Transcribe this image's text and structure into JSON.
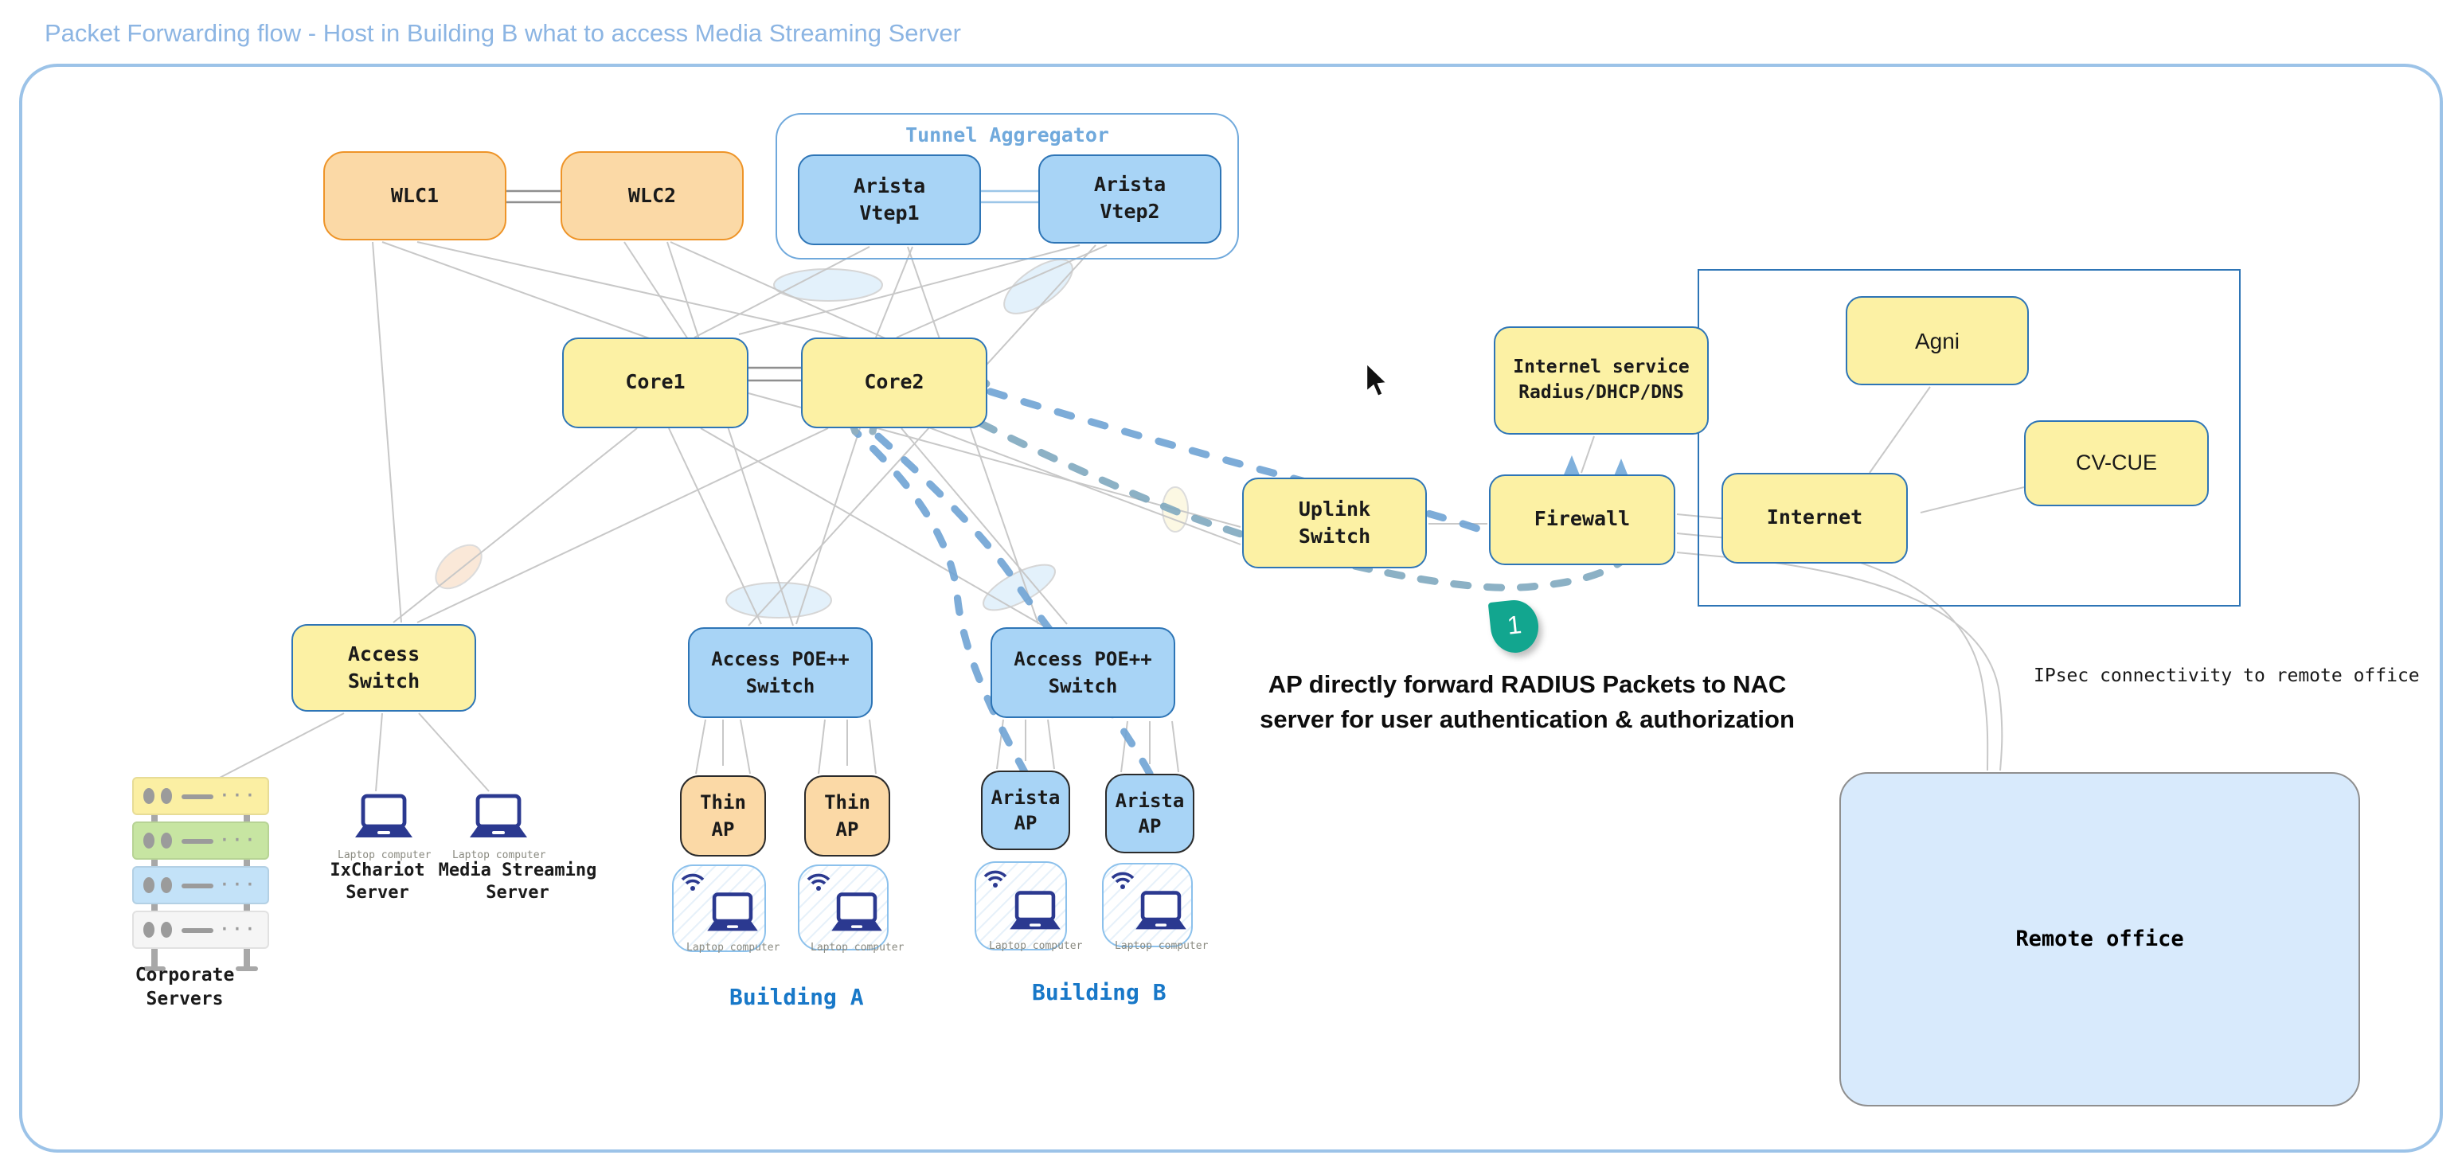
{
  "title": "Packet Forwarding flow - Host in Building B what to access Media Streaming Server",
  "groups": {
    "tunnel_aggregator": "Tunnel Aggregator",
    "building_a": "Building A",
    "building_b": "Building B"
  },
  "nodes": {
    "wlc1": "WLC1",
    "wlc2": "WLC2",
    "vtep1": "Arista\nVtep1",
    "vtep2": "Arista\nVtep2",
    "core1": "Core1",
    "core2": "Core2",
    "uplink": "Uplink\nSwitch",
    "firewall": "Firewall",
    "radius": "Internel service\nRadius/DHCP/DNS",
    "agni": "Agni",
    "cvcue": "CV-CUE",
    "internet": "Internet",
    "access_switch": "Access\nSwitch",
    "poe_switch": "Access POE++\nSwitch",
    "thin_ap": "Thin\nAP",
    "arista_ap": "Arista\nAP",
    "remote_office": "Remote office"
  },
  "labels": {
    "corporate_servers": "Corporate Servers",
    "ixchariot": "IxChariot\nServer",
    "media_streaming": "Media Streaming\nServer",
    "laptop": "Laptop computer",
    "ipsec": "IPsec connectivity to remote office"
  },
  "annotation": {
    "badge": "1",
    "text": "AP directly forward RADIUS Packets to NAC server for user authentication & authorization"
  },
  "colors": {
    "node_yellow": "#FCF1A4",
    "node_blue": "#A8D4F6",
    "node_orange": "#FBD9A6",
    "border_blue": "#2E75B6",
    "border_orange": "#EE9428",
    "flow_dash": "#6FA3D4",
    "badge_green": "#12A68F",
    "title_blue": "#8CB5E3",
    "building_label_blue": "#1878C8",
    "icon_navy": "#2B3990"
  }
}
